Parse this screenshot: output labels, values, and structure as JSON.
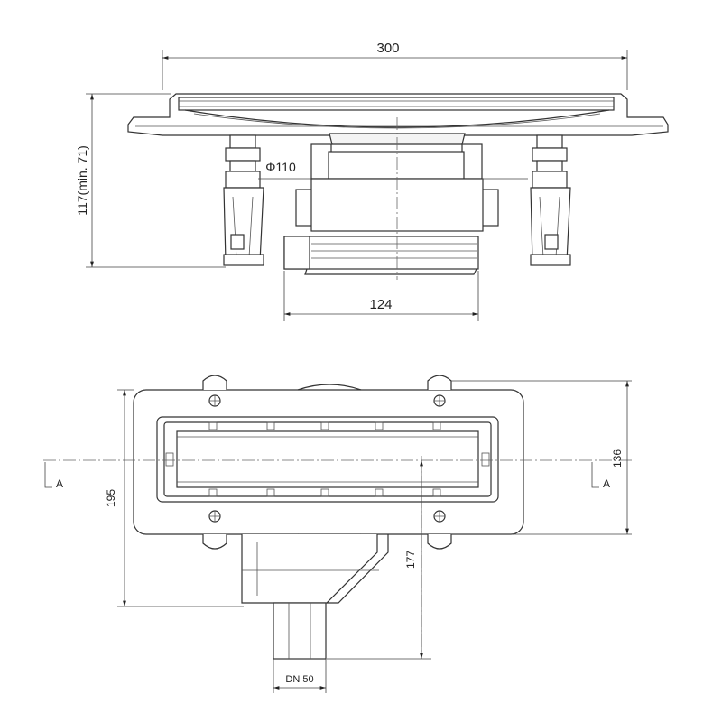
{
  "side_view": {
    "width_dim": "300",
    "height_dim": "117(min. 71)",
    "diameter_dim": "Φ110",
    "outlet_dim": "124"
  },
  "plan_view": {
    "depth_dim": "195",
    "flange_height_dim": "136",
    "outlet_offset_dim": "177",
    "outlet_size_dim": "DN 50",
    "section_left": "A",
    "section_right": "A"
  }
}
